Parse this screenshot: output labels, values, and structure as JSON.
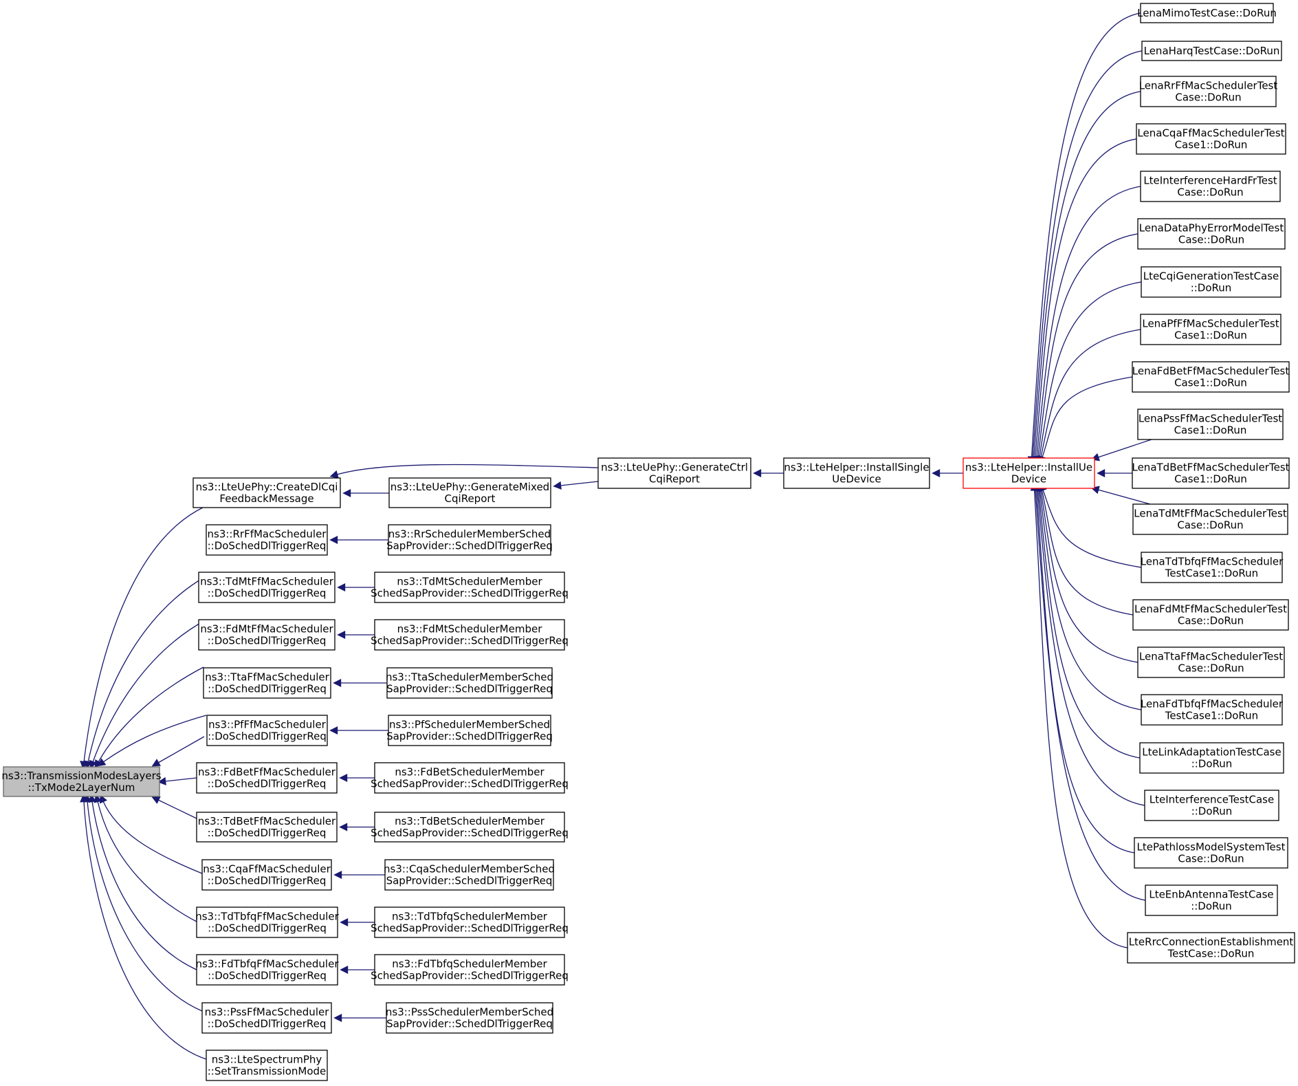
{
  "colors": {
    "edge": "#191970",
    "node_border": "#000000",
    "root_fill": "#bfbfbf",
    "root_border": "#666666",
    "highlight_border": "#ff0000",
    "node_fill": "#ffffff"
  },
  "nodes": {
    "txmode2": [
      "ns3::TransmissionModesLayers",
      "::TxMode2LayerNum"
    ],
    "createdlcqi": [
      "ns3::LteUePhy::CreateDlCqi",
      "FeedbackMessage"
    ],
    "generatemixed": [
      "ns3::LteUePhy::GenerateMixed",
      "CqiReport"
    ],
    "generatectrl": [
      "ns3::LteUePhy::GenerateCtrl",
      "CqiReport"
    ],
    "installsingle": [
      "ns3::LteHelper::InstallSingle",
      "UeDevice"
    ],
    "installue": [
      "ns3::LteHelper::InstallUe",
      "Device"
    ],
    "rr": [
      "ns3::RrFfMacScheduler",
      "::DoSchedDlTriggerReq"
    ],
    "tdmt": [
      "ns3::TdMtFfMacScheduler",
      "::DoSchedDlTriggerReq"
    ],
    "fdmt": [
      "ns3::FdMtFfMacScheduler",
      "::DoSchedDlTriggerReq"
    ],
    "tta": [
      "ns3::TtaFfMacScheduler",
      "::DoSchedDlTriggerReq"
    ],
    "pf": [
      "ns3::PfFfMacScheduler",
      "::DoSchedDlTriggerReq"
    ],
    "fdbet": [
      "ns3::FdBetFfMacScheduler",
      "::DoSchedDlTriggerReq"
    ],
    "tdbet": [
      "ns3::TdBetFfMacScheduler",
      "::DoSchedDlTriggerReq"
    ],
    "cqa": [
      "ns3::CqaFfMacScheduler",
      "::DoSchedDlTriggerReq"
    ],
    "tdtbfq": [
      "ns3::TdTbfqFfMacScheduler",
      "::DoSchedDlTriggerReq"
    ],
    "fdtbfq": [
      "ns3::FdTbfqFfMacScheduler",
      "::DoSchedDlTriggerReq"
    ],
    "pss": [
      "ns3::PssFfMacScheduler",
      "::DoSchedDlTriggerReq"
    ],
    "spectrum": [
      "ns3::LteSpectrumPhy",
      "::SetTransmissionMode"
    ],
    "rr_sap": [
      "ns3::RrSchedulerMemberSched",
      "SapProvider::SchedDlTriggerReq"
    ],
    "tdmt_sap": [
      "ns3::TdMtSchedulerMember",
      "SchedSapProvider::SchedDlTriggerReq"
    ],
    "fdmt_sap": [
      "ns3::FdMtSchedulerMember",
      "SchedSapProvider::SchedDlTriggerReq"
    ],
    "tta_sap": [
      "ns3::TtaSchedulerMemberSched",
      "SapProvider::SchedDlTriggerReq"
    ],
    "pf_sap": [
      "ns3::PfSchedulerMemberSched",
      "SapProvider::SchedDlTriggerReq"
    ],
    "fdbet_sap": [
      "ns3::FdBetSchedulerMember",
      "SchedSapProvider::SchedDlTriggerReq"
    ],
    "tdbet_sap": [
      "ns3::TdBetSchedulerMember",
      "SchedSapProvider::SchedDlTriggerReq"
    ],
    "cqa_sap": [
      "ns3::CqaSchedulerMemberSched",
      "SapProvider::SchedDlTriggerReq"
    ],
    "tdtbfq_sap": [
      "ns3::TdTbfqSchedulerMember",
      "SchedSapProvider::SchedDlTriggerReq"
    ],
    "fdtbfq_sap": [
      "ns3::FdTbfqSchedulerMember",
      "SchedSapProvider::SchedDlTriggerReq"
    ],
    "pss_sap": [
      "ns3::PssSchedulerMemberSched",
      "SapProvider::SchedDlTriggerReq"
    ],
    "t_mimo": [
      "LenaMimoTestCase::DoRun"
    ],
    "t_harq": [
      "LenaHarqTestCase::DoRun"
    ],
    "t_rr": [
      "LenaRrFfMacSchedulerTest",
      "Case::DoRun"
    ],
    "t_cqa": [
      "LenaCqaFfMacSchedulerTest",
      "Case1::DoRun"
    ],
    "t_hardfr": [
      "LteInterferenceHardFrTest",
      "Case::DoRun"
    ],
    "t_dataphy": [
      "LenaDataPhyErrorModelTest",
      "Case::DoRun"
    ],
    "t_cqigen": [
      "LteCqiGenerationTestCase",
      "::DoRun"
    ],
    "t_pf": [
      "LenaPfFfMacSchedulerTest",
      "Case1::DoRun"
    ],
    "t_fdbet": [
      "LenaFdBetFfMacSchedulerTest",
      "Case1::DoRun"
    ],
    "t_pss": [
      "LenaPssFfMacSchedulerTest",
      "Case1::DoRun"
    ],
    "t_tdbet": [
      "LenaTdBetFfMacSchedulerTest",
      "Case1::DoRun"
    ],
    "t_tdmt": [
      "LenaTdMtFfMacSchedulerTest",
      "Case::DoRun"
    ],
    "t_tdtbfq": [
      "LenaTdTbfqFfMacScheduler",
      "TestCase1::DoRun"
    ],
    "t_fdmt": [
      "LenaFdMtFfMacSchedulerTest",
      "Case::DoRun"
    ],
    "t_tta": [
      "LenaTtaFfMacSchedulerTest",
      "Case::DoRun"
    ],
    "t_fdtbfq": [
      "LenaFdTbfqFfMacScheduler",
      "TestCase1::DoRun"
    ],
    "t_linkadapt": [
      "LteLinkAdaptationTestCase",
      "::DoRun"
    ],
    "t_interf": [
      "LteInterferenceTestCase",
      "::DoRun"
    ],
    "t_pathloss": [
      "LtePathlossModelSystemTest",
      "Case::DoRun"
    ],
    "t_antenna": [
      "LteEnbAntennaTestCase",
      "::DoRun"
    ],
    "t_rrcconn": [
      "LteRrcConnectionEstablishment",
      "TestCase::DoRun"
    ]
  }
}
